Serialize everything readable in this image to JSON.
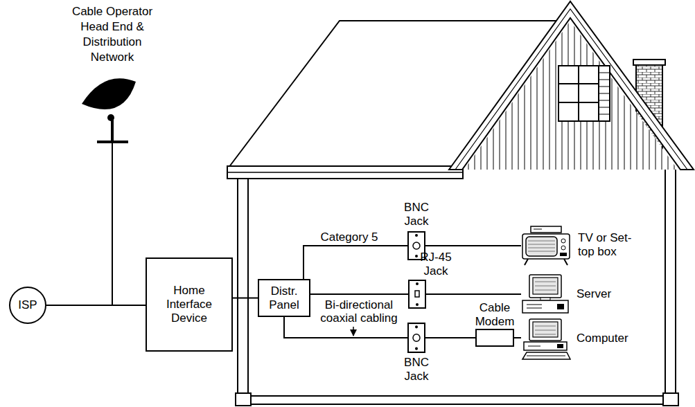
{
  "diagram": {
    "nodes": [
      {
        "text": [
          "ISP"
        ]
      },
      {
        "text": [
          "Home Interface Device"
        ]
      },
      {
        "text": [
          "Distr. Panel"
        ]
      },
      {
        "text": [
          "BNC Jack"
        ]
      },
      {
        "text": [
          "RJ-45 Jack"
        ]
      },
      {
        "text": [
          "BNC Jack"
        ]
      },
      {
        "text": [
          "Cable Modem"
        ]
      },
      {
        "text": [
          "TV or Set-top box"
        ]
      },
      {
        "text": [
          "Server"
        ]
      },
      {
        "text": [
          "Computer"
        ]
      }
    ],
    "edges": [
      {
        "from": 0,
        "to": 1,
        "arrow": "none"
      },
      {
        "from": 1,
        "to": 2,
        "arrow": "none"
      },
      {
        "from": 2,
        "to": 3,
        "label": "Category 5",
        "arrow": "none"
      },
      {
        "from": 2,
        "to": 4,
        "arrow": "none"
      },
      {
        "from": 2,
        "to": 5,
        "label": "Bi-directional coaxial cabling",
        "arrow": "none"
      },
      {
        "from": 3,
        "to": 7,
        "arrow": "none"
      },
      {
        "from": 4,
        "to": 8,
        "arrow": "none"
      },
      {
        "from": 5,
        "to": 6,
        "arrow": "none"
      },
      {
        "from": 6,
        "to": 9,
        "arrow": "none"
      }
    ],
    "labels": [
      "Cable Operator Head End & Distribution Network"
    ]
  }
}
